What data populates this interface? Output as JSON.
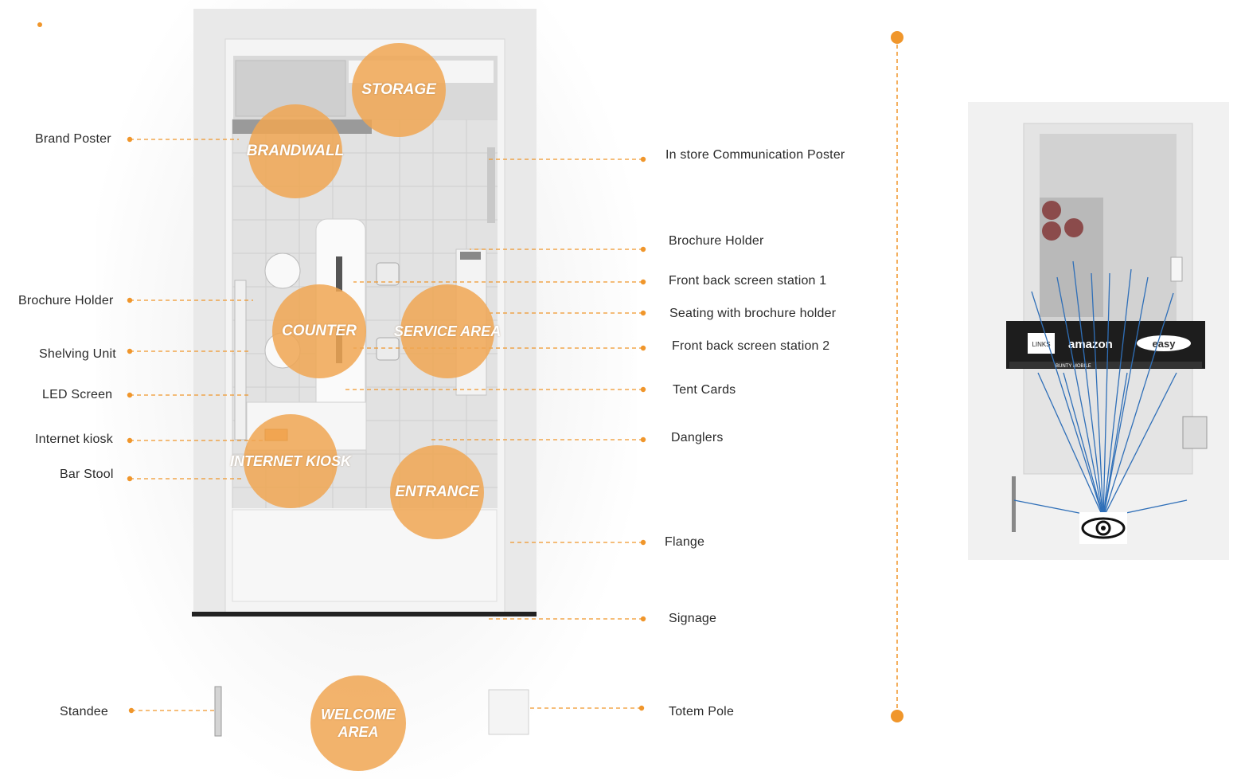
{
  "zones": {
    "storage": "STORAGE",
    "brandwall": "BRANDWALL",
    "counter": "COUNTER",
    "service_area": "SERVICE AREA",
    "internet_kiosk": "INTERNET KIOSK",
    "entrance": "ENTRANCE",
    "welcome_area": "WELCOME AREA"
  },
  "left_labels": {
    "brand_poster": "Brand Poster",
    "brochure_holder": "Brochure Holder",
    "shelving_unit": "Shelving Unit",
    "led_screen": "LED Screen",
    "internet_kiosk": "Internet kiosk",
    "bar_stool": "Bar Stool",
    "standee": "Standee"
  },
  "right_labels": {
    "communication_poster": "In store Communication Poster",
    "brochure_holder": "Brochure Holder",
    "front_back_screen_1": "Front back screen station 1",
    "seating_brochure": "Seating with brochure holder",
    "front_back_screen_2": "Front back screen station 2",
    "tent_cards": "Tent Cards",
    "danglers": "Danglers",
    "flange": "Flange",
    "signage": "Signage",
    "totem_pole": "Totem Pole"
  },
  "render": {
    "store_name": "BUNTY MOBILE",
    "brand_text": "amazon",
    "easy_text": "easy",
    "logo_text": "LINKS",
    "eye_icon": "eye-icon"
  },
  "colors": {
    "accent": "#f0962b",
    "zone_fill": "#f0a652",
    "arrow": "#2f6fb8"
  }
}
